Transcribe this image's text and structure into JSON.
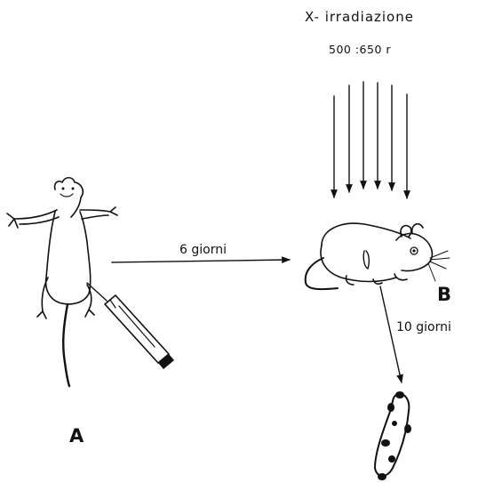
{
  "labels": {
    "irradiation": "X- irradiazione",
    "dose": "500 :650 r",
    "days_first": "6 giorni",
    "days_second": "10 giorni",
    "panel_a": "A",
    "panel_b": "B"
  }
}
